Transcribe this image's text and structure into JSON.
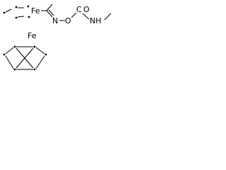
{
  "molecule": {
    "atoms": {
      "iron_upper": "Fe",
      "iron_lower": "Fe",
      "carbonyl_carbon": "C",
      "amide_nitrogen": "NH",
      "oxime_nitrogen": "N",
      "ether_oxygen": "O",
      "carbonyl_oxygen": "O"
    }
  }
}
